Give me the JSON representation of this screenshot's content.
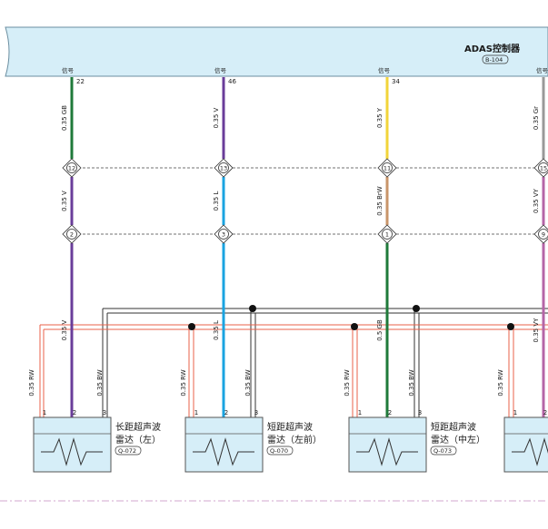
{
  "controller": {
    "name": "ADAS控制器",
    "code": "B-104"
  },
  "signal_label": "信号",
  "wires": [
    {
      "pin": "22",
      "color": "#1f7a3a",
      "segments": [
        "0.35 GB",
        "0.35 V",
        "0.35 V"
      ],
      "seg_colors": [
        "#1f7a3a",
        "#6a3d9a",
        "#6a3d9a"
      ],
      "splices": [
        "12",
        "2"
      ]
    },
    {
      "pin": "46",
      "color": "#6a3d9a",
      "segments": [
        "0.35 V",
        "0.35 L",
        "0.35 L"
      ],
      "seg_colors": [
        "#6a3d9a",
        "#1aa3e0",
        "#1aa3e0"
      ],
      "splices": [
        "13",
        "3"
      ]
    },
    {
      "pin": "34",
      "color": "#f2d43a",
      "segments": [
        "0.35 Y",
        "0.35 BrW",
        "0.5 GB"
      ],
      "seg_colors": [
        "#f2d43a",
        "#c9956a",
        "#1f7a3a"
      ],
      "splices": [
        "11",
        "1"
      ]
    },
    {
      "pin": "",
      "color": "#999999",
      "segments": [
        "0.35 Gr",
        "0.35 VY",
        "0.35 VY"
      ],
      "seg_colors": [
        "#999999",
        "#b565a7",
        "#b565a7"
      ],
      "splices": [
        "15",
        "9"
      ]
    }
  ],
  "branch_labels": {
    "rw": "0.35 RW",
    "bw": "0.35 BW"
  },
  "pins": [
    "1",
    "2",
    "3"
  ],
  "components": [
    {
      "name_line1": "长距超声波",
      "name_line2": "雷达（左）",
      "code": "Q-072"
    },
    {
      "name_line1": "短距超声波",
      "name_line2": "雷达（左前）",
      "code": "Q-070"
    },
    {
      "name_line1": "短距超声波",
      "name_line2": "雷达（中左）",
      "code": "Q-073"
    },
    {
      "name_line1": "",
      "name_line2": "",
      "code": ""
    }
  ],
  "colors": {
    "controller_fill": "#d6eef8",
    "module_fill": "#d6eef8",
    "power_wire": "#e8614a",
    "ground_wire": "#555555"
  }
}
